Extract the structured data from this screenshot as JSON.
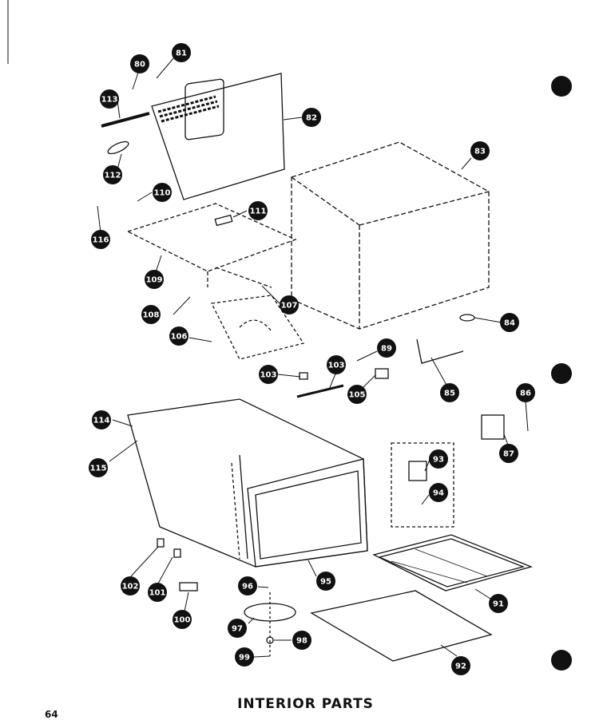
{
  "page": {
    "title": "INTERIOR PARTS",
    "page_number": "64"
  },
  "callouts": [
    "80",
    "81",
    "82",
    "83",
    "84",
    "85",
    "86",
    "87",
    "89",
    "91",
    "92",
    "93",
    "94",
    "95",
    "96",
    "97",
    "98",
    "99",
    "100",
    "101",
    "102",
    "103",
    "103",
    "105",
    "106",
    "107",
    "108",
    "109",
    "110",
    "111",
    "112",
    "113",
    "114",
    "115",
    "116",
    "108"
  ],
  "icons": {
    "binder_hole": "filled-circle",
    "callout": "circled-number"
  },
  "colors": {
    "ink": "#111111",
    "paper": "#ffffff"
  }
}
